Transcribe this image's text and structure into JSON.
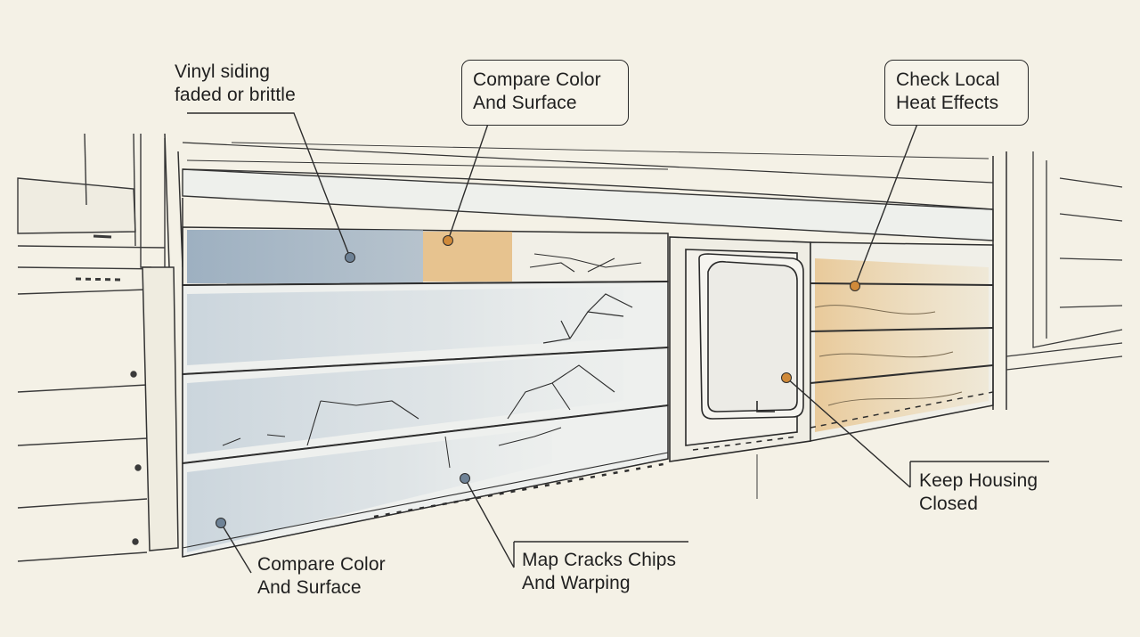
{
  "figure": {
    "description": "Sketch illustration of weathered vinyl siding around a vent housing with callouts",
    "colors": {
      "background": "#f4f1e6",
      "ink": "#2c2c2c",
      "blue_fade": "#8fa5ba",
      "tan_marker": "#e2b06a",
      "dot_blue": "#6e8296",
      "dot_orange": "#d08a3a"
    }
  },
  "callouts": {
    "vinyl_siding": {
      "text": "Vinyl siding\nfaded or brittle",
      "marker": "dot_blue"
    },
    "compare_top": {
      "text": "Compare Color\nAnd Surface",
      "marker": "dot_orange",
      "boxed": true
    },
    "heat_effects": {
      "text": "Check Local\nHeat Effects",
      "marker": "dot_orange",
      "boxed": true
    },
    "keep_housing": {
      "text": "Keep Housing\nClosed",
      "marker": "dot_orange"
    },
    "compare_bottom": {
      "text": "Compare Color\nAnd Surface",
      "marker": "dot_blue"
    },
    "map_cracks": {
      "text": "Map Cracks Chips\nAnd Warping",
      "marker": "dot_blue"
    }
  }
}
